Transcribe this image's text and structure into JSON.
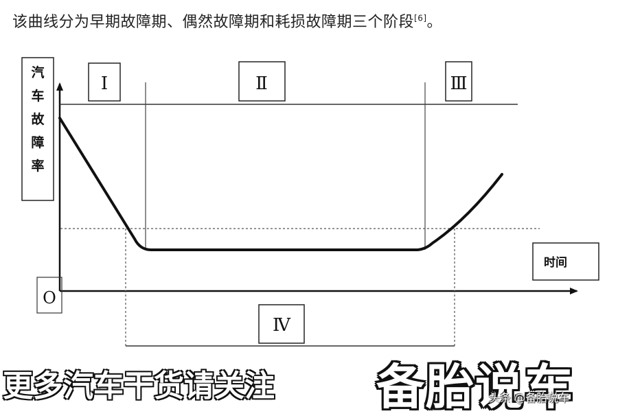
{
  "caption": {
    "text": "该曲线分为早期故障期、偶然故障期和耗损故障期三个阶段",
    "ref": "[6]",
    "end": "。"
  },
  "diagram": {
    "y_axis_label": [
      "汽",
      "车",
      "故",
      "障",
      "率"
    ],
    "x_axis_label": "时间",
    "origin_label": "O",
    "phase_labels": [
      "Ⅰ",
      "Ⅱ",
      "Ⅲ"
    ],
    "span_label": "Ⅳ"
  },
  "footer": {
    "left_text": "更多汽车干货请关注",
    "right_text": "备胎说车"
  },
  "watermark": "头条 @备胎说车"
}
